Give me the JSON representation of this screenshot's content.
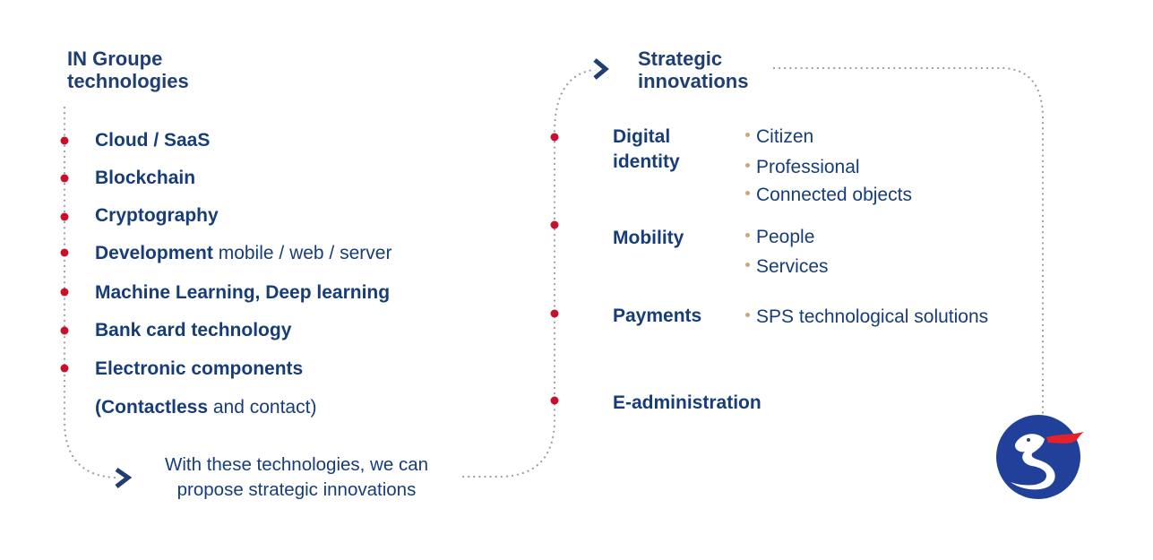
{
  "left": {
    "title_line1": "IN Groupe",
    "title_line2": "technologies",
    "items": [
      {
        "bold": "Cloud / SaaS",
        "light": ""
      },
      {
        "bold": "Blockchain",
        "light": ""
      },
      {
        "bold": "Cryptography",
        "light": ""
      },
      {
        "bold": "Development",
        "light": " mobile / web / server"
      },
      {
        "bold": "Machine Learning, Deep learning",
        "light": ""
      },
      {
        "bold": "Bank card technology",
        "light": ""
      },
      {
        "bold": "Electronic components",
        "light": ""
      },
      {
        "bold": "(Contactless",
        "light": " and contact)"
      }
    ],
    "caption_line1": "With these technologies, we can",
    "caption_line2": "propose strategic innovations"
  },
  "right": {
    "title_line1": "Strategic",
    "title_line2": "innovations",
    "categories": [
      {
        "label_line1": "Digital",
        "label_line2": "identity",
        "subs": [
          "Citizen",
          "Professional",
          "Connected objects"
        ]
      },
      {
        "label_line1": "Mobility",
        "label_line2": "",
        "subs": [
          "People",
          "Services"
        ]
      },
      {
        "label_line1": "Payments",
        "label_line2": "",
        "subs": [
          "SPS technological solutions"
        ]
      },
      {
        "label_line1": "E-administration",
        "label_line2": "",
        "subs": []
      }
    ]
  },
  "colors": {
    "navy": "#173d79",
    "node_red": "#c8102e",
    "bullet_gold": "#c9a77a",
    "path_gray": "#9aa0a8",
    "logo_blue": "#21409a",
    "logo_flame": "#e3222b"
  },
  "icons": {
    "arrow": "chevron-right-icon",
    "logo": "salamander-logo-icon"
  }
}
